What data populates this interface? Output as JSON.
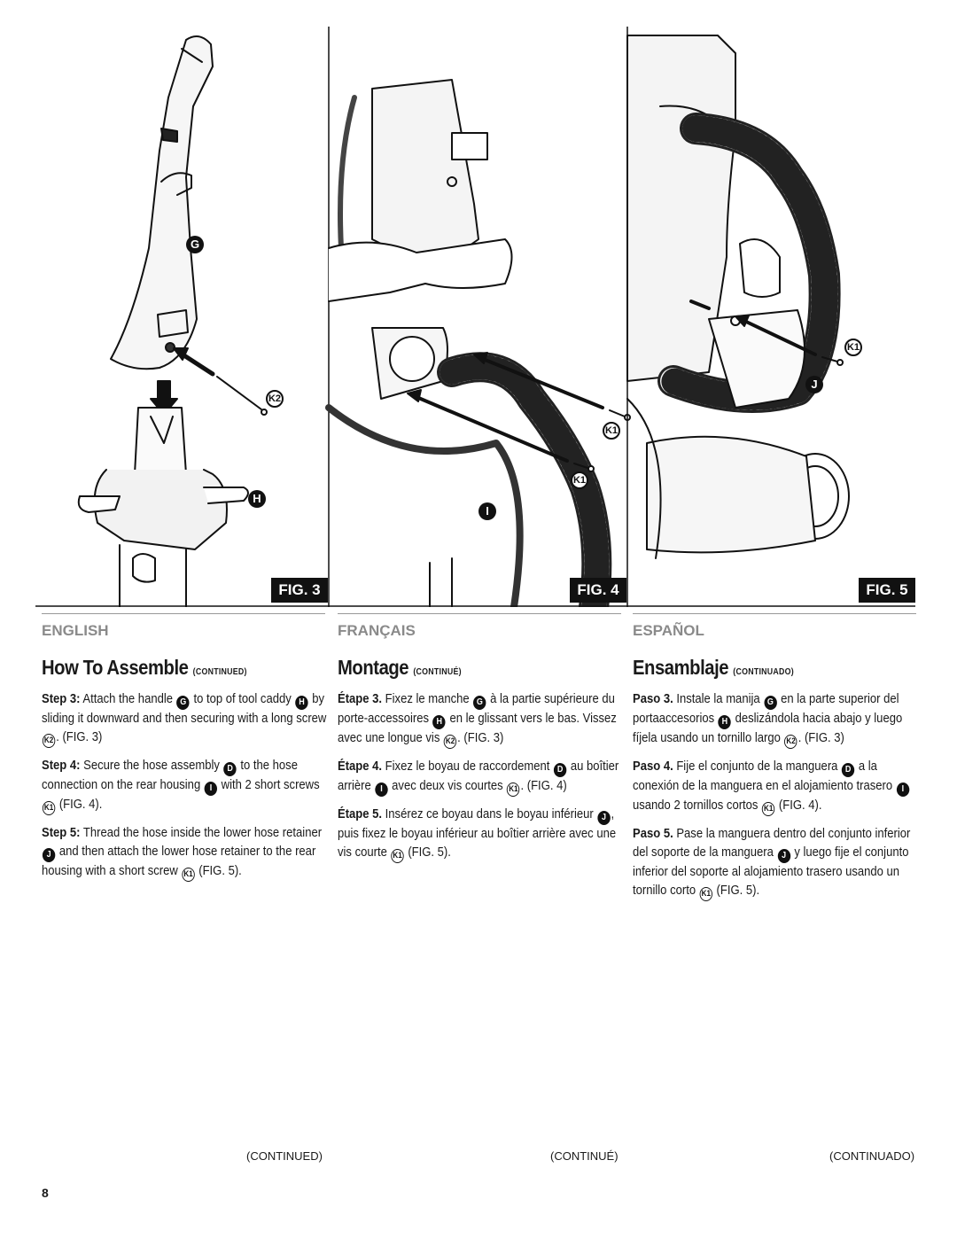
{
  "figures": {
    "fig3_label": "FIG. 3",
    "fig4_label": "FIG. 4",
    "fig5_label": "FIG. 5",
    "callouts": {
      "G": "G",
      "H": "H",
      "I": "I",
      "J": "J",
      "K1": "K1",
      "K2": "K2"
    }
  },
  "english": {
    "lang": "ENGLISH",
    "title": "How To Assemble",
    "title_cont": "(CONTINUED)",
    "step3_label": "Step 3:",
    "step3_a": "Attach the handle",
    "step3_b": "to top of tool caddy",
    "step3_c": "by sliding it downward and then securing with a long screw",
    "step3_d": ". (FIG. 3)",
    "step4_label": "Step 4:",
    "step4_a": "Secure the hose assembly",
    "step4_b": "to the hose connection on the rear housing",
    "step4_c": "with 2 short screws",
    "step4_d": "(FIG. 4).",
    "step5_label": "Step 5:",
    "step5_a": "Thread the hose inside the lower hose retainer",
    "step5_b": "and then attach the lower hose retainer to the rear housing with a short screw",
    "step5_c": "(FIG. 5).",
    "footer": "(CONTINUED)"
  },
  "francais": {
    "lang": "FRANÇAIS",
    "title": "Montage",
    "title_cont": "(CONTINUÉ)",
    "step3_label": "Étape 3.",
    "step3_a": "Fixez le manche",
    "step3_b": "à la partie supérieure du porte-accessoires",
    "step3_c": "en le glissant vers le bas. Vissez avec une longue vis",
    "step3_d": ". (FIG. 3)",
    "step4_label": "Étape 4.",
    "step4_a": "Fixez le boyau de raccordement",
    "step4_b": "au boîtier arrière",
    "step4_c": "avec deux vis courtes",
    "step4_d": ". (FIG. 4)",
    "step5_label": "Étape 5.",
    "step5_a": "Insérez ce boyau dans le boyau inférieur",
    "step5_b": ", puis fixez le boyau inférieur au boîtier arrière avec une vis courte",
    "step5_c": "(FIG. 5).",
    "footer": "(CONTINUÉ)"
  },
  "espanol": {
    "lang": "ESPAÑOL",
    "title": "Ensamblaje",
    "title_cont": "(CONTINUADO)",
    "step3_label": "Paso 3.",
    "step3_a": "Instale la manija",
    "step3_b": "en la parte superior del portaaccesorios",
    "step3_c": "deslizándola hacia abajo y luego fíjela usando un tornillo largo",
    "step3_d": ". (FIG. 3)",
    "step4_label": "Paso 4.",
    "step4_a": "Fije el conjunto de la manguera",
    "step4_b": "a la conexión de la manguera en el alojamiento trasero",
    "step4_c": "usando 2 tornillos cortos",
    "step4_d": "(FIG. 4).",
    "step5_label": "Paso 5.",
    "step5_a": "Pase la manguera dentro del conjunto inferior del soporte de la manguera",
    "step5_b": "y luego fije el conjunto inferior del soporte al alojamiento trasero usando un tornillo corto",
    "step5_c": "(FIG. 5).",
    "footer": "(CONTINUADO)"
  },
  "page_number": "8"
}
